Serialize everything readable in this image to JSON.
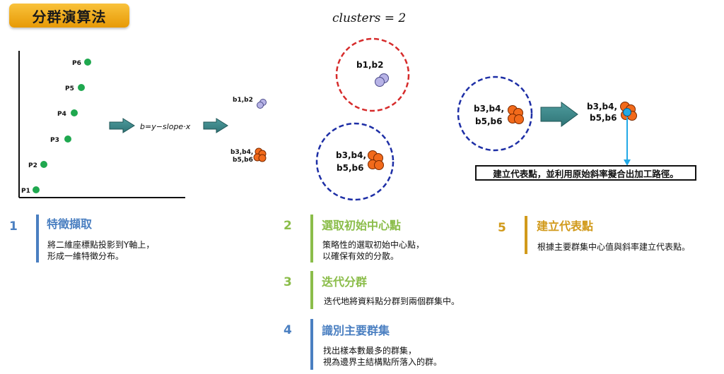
{
  "title": "分群演算法",
  "clusters_label": "clusters = 2",
  "formula": "b=y−slope·x",
  "points": [
    "P1",
    "P2",
    "P3",
    "P4",
    "P5",
    "P6"
  ],
  "groups": {
    "a": "b1,b2",
    "b_line1": "b3,b4,",
    "b_line2": "b5,b6"
  },
  "callout": "建立代表點，並利用原始斜率擬合出加工路徑。",
  "steps": [
    {
      "number": "1",
      "heading": "特徵擷取",
      "lines": [
        "將二維座標點投影到Y軸上，",
        "形成一維特徵分布。"
      ]
    },
    {
      "number": "2",
      "heading": "選取初始中心點",
      "lines": [
        "策略性的選取初始中心點，",
        "以確保有效的分散。"
      ]
    },
    {
      "number": "3",
      "heading": "迭代分群",
      "lines": [
        "迭代地將資料點分群到兩個群集中。"
      ]
    },
    {
      "number": "4",
      "heading": "識別主要群集",
      "lines": [
        "找出樣本數最多的群集，",
        "視為邊界主結構點所落入的群。"
      ]
    },
    {
      "number": "5",
      "heading": "建立代表點",
      "lines": [
        "根據主要群集中心值與斜率建立代表點。"
      ]
    }
  ],
  "colors": {
    "green_point": "#1fa84f",
    "orange": "#f26a1b",
    "lavender": "#b7b3e6",
    "teal_arrow": "#3d8a8c",
    "red_circle": "#d62b2b",
    "blue_circle": "#1e2fa6",
    "cyan": "#22a9e6"
  }
}
